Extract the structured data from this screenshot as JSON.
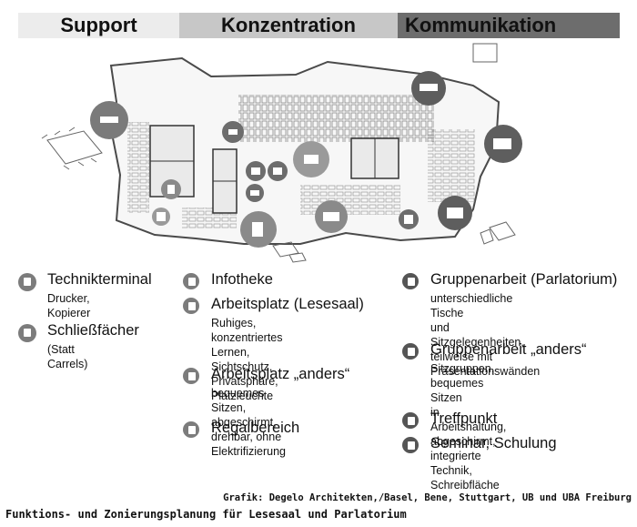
{
  "zones": {
    "support": "Support",
    "konzentration": "Konzentration",
    "kommunikation": "Kommunikation"
  },
  "legend": {
    "technikterminal": {
      "title": "Technikterminal",
      "desc": "Drucker, Kopierer",
      "icon": "terminal-icon"
    },
    "schliessfaecher": {
      "title": "Schließfächer",
      "desc": "(Statt Carrels)",
      "icon": "locker-icon"
    },
    "infotheke": {
      "title": "Infotheke",
      "icon": "info-desk-icon"
    },
    "arbeitsplatz_lesesaal": {
      "title": "Arbeitsplatz (Lesesaal)",
      "desc": "Ruhiges, konzentriertes\nLernen, Sichtschutz,\nPrivatsphäre, Platzleuchte",
      "icon": "reading-desk-icon"
    },
    "arbeitsplatz_anders": {
      "title": "Arbeitsplatz „anders“",
      "desc": "bequemes Sitzen, abgeschirmt,\ndrehbar, ohne Elektrifizierung",
      "icon": "lounge-chair-icon"
    },
    "regalbereich": {
      "title": "Regalbereich",
      "icon": "shelf-icon"
    },
    "gruppenarbeit_parlatorium": {
      "title": "Gruppenarbeit (Parlatorium)",
      "desc": "unterschiedliche Tische\nund Sitzgelegenheiten,\nteilweise mit Präsentationswänden",
      "icon": "group-table-icon"
    },
    "gruppenarbeit_anders": {
      "title": "Gruppenarbeit „anders“",
      "desc": "Sitzgruppen, bequemes Sitzen\nin Arbeitshaltung, abgeschirmt,\nintegrierte Technik, Schreibfläche",
      "icon": "group-seating-icon"
    },
    "treffpunkt": {
      "title": "Treffpunkt",
      "icon": "meeting-point-icon"
    },
    "seminar": {
      "title": "Seminar, Schulung",
      "icon": "seminar-icon"
    }
  },
  "credit": "Grafik: Degelo Architekten,/Basel, Bene, Stuttgart, UB und UBA Freiburg",
  "caption": "Funktions- und Zonierungsplanung für Lesesaal und Parlatorium"
}
